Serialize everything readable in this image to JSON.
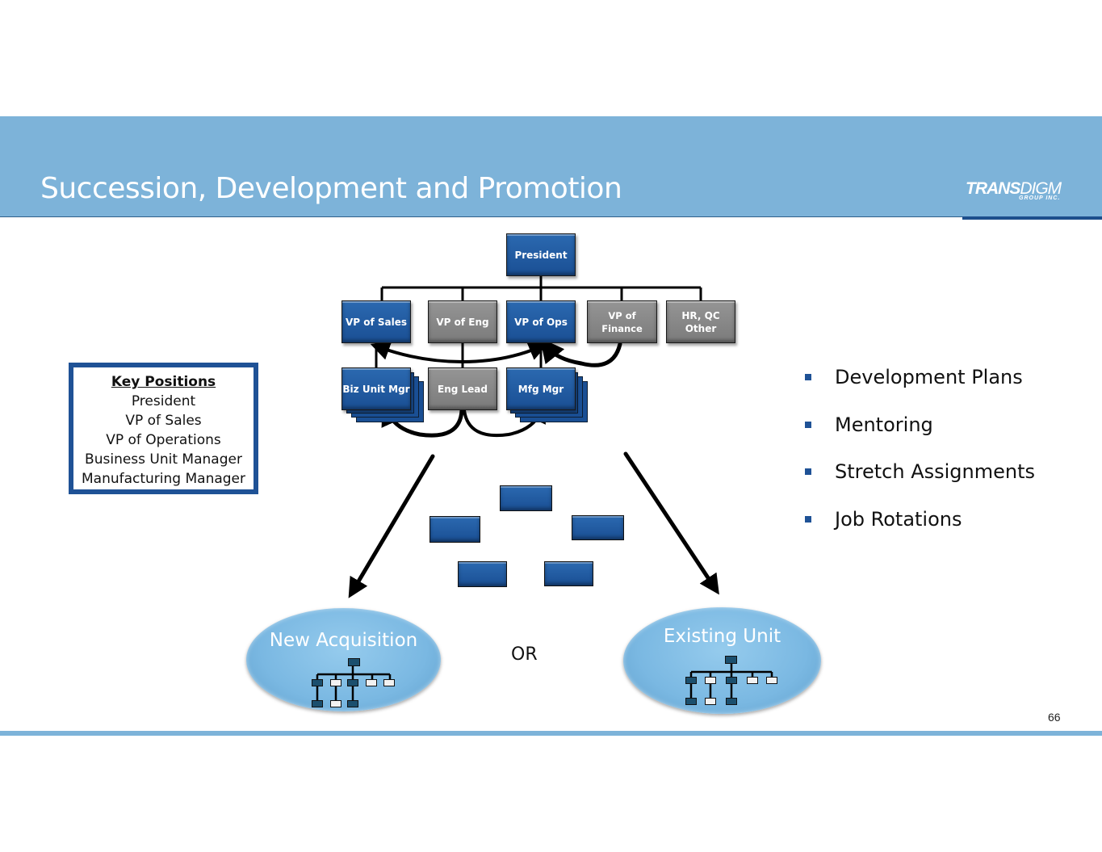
{
  "header": {
    "title": "Succession, Development and Promotion",
    "logo_main_bold": "TRANS",
    "logo_main_thin": "DIGM",
    "logo_sub": "GROUP INC."
  },
  "colors": {
    "header_bg": "#7db3d9",
    "accent_blue": "#1f5296",
    "box_blue": "#1a4f94",
    "box_gray": "#808080"
  },
  "org_chart": {
    "top": {
      "label": "President",
      "color": "blue"
    },
    "vps": [
      {
        "label": "VP of Sales",
        "color": "blue"
      },
      {
        "label": "VP of Eng",
        "color": "gray"
      },
      {
        "label": "VP of Ops",
        "color": "blue"
      },
      {
        "label": "VP of Finance",
        "color": "gray"
      },
      {
        "label": "HR, QC Other",
        "color": "gray"
      }
    ],
    "managers": [
      {
        "label": "Biz Unit Mgr",
        "color": "blue",
        "stacked": true
      },
      {
        "label": "Eng Lead",
        "color": "gray",
        "stacked": false
      },
      {
        "label": "Mfg Mgr",
        "color": "blue",
        "stacked": true
      }
    ]
  },
  "key_positions": {
    "title": "Key Positions",
    "items": [
      "President",
      "VP of Sales",
      "VP of Operations",
      "Business Unit Manager",
      "Manufacturing Manager"
    ]
  },
  "bullets": [
    "Development Plans",
    "Mentoring",
    "Stretch Assignments",
    "Job Rotations"
  ],
  "destinations": {
    "left": "New Acquisition",
    "right": "Existing Unit",
    "connector": "OR"
  },
  "page_number": "66"
}
